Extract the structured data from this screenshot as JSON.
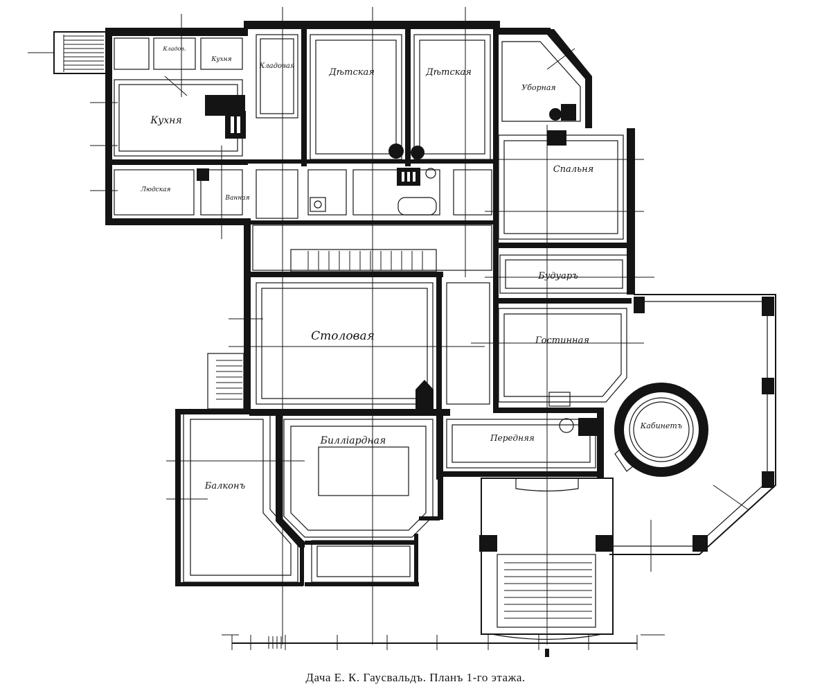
{
  "caption": "Дача Е. К. Гаусвальдъ. Планъ 1-го этажа.",
  "rooms": {
    "kladovaya": "Кладовая",
    "detskaya_1": "Дѣтская",
    "detskaya_2": "Дѣтская",
    "ubornaya": "Уборная",
    "kuhnya": "Кухня",
    "kladovaya_small": "Кладов.",
    "kuhnya_small": "Кухня",
    "prislugi": "Людская",
    "vannaya": "Ванная",
    "spalnya": "Спальня",
    "buduar": "Будуаръ",
    "stolovaya": "Столовая",
    "gostinnaya": "Гостинная",
    "bilyardnaya": "Билліардная",
    "perednyaya": "Передняя",
    "kabinet": "Кабинетъ",
    "balkon": "Балконъ"
  },
  "icons": {
    "stove": "stove-icon",
    "stairs": "stairs-icon",
    "bathtub": "bathtub-icon",
    "scale": "scale-bar-icon"
  },
  "colors": {
    "ink": "#141414",
    "paper": "#ffffff"
  }
}
